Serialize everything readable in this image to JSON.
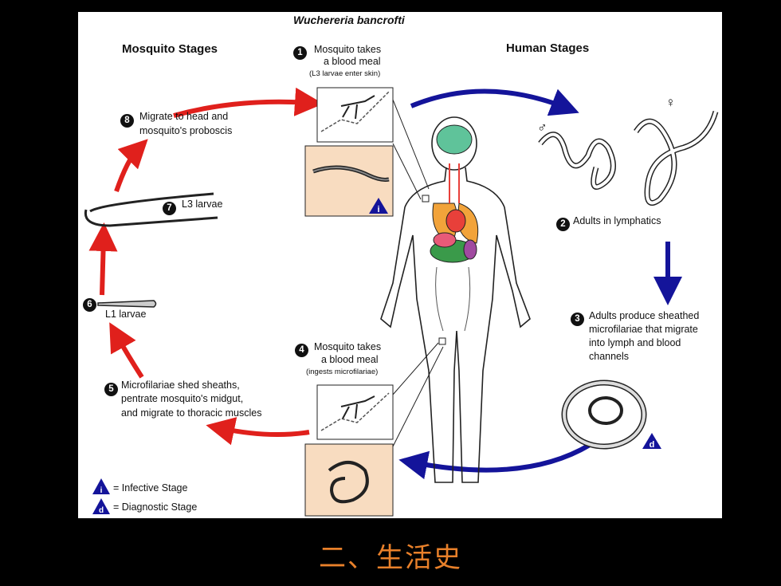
{
  "diagram": {
    "title": "Wuchereria bancrofti",
    "mosquito_header": "Mosquito Stages",
    "human_header": "Human Stages",
    "steps": [
      {
        "num": "1",
        "line1": "Mosquito takes",
        "line2": "a blood meal",
        "note": "(L3 larvae enter skin)"
      },
      {
        "num": "2",
        "line1": "Adults in lymphatics"
      },
      {
        "num": "3",
        "line1": "Adults produce sheathed",
        "line2": "microfilariae that migrate",
        "line3": "into lymph and blood",
        "line4": "channels"
      },
      {
        "num": "4",
        "line1": "Mosquito takes",
        "line2": "a blood meal",
        "note": "(ingests microfilariae)"
      },
      {
        "num": "5",
        "line1": "Microfilariae shed sheaths,",
        "line2": "pentrate mosquito's midgut,",
        "line3": "and migrate to thoracic muscles"
      },
      {
        "num": "6",
        "line1": "L1 larvae"
      },
      {
        "num": "7",
        "line1": "L3 larvae"
      },
      {
        "num": "8",
        "line1": "Migrate to head and",
        "line2": "mosquito's proboscis"
      }
    ],
    "male_symbol": "♂",
    "female_symbol": "♀",
    "legend": [
      {
        "letter": "i",
        "label": "= Infective Stage"
      },
      {
        "letter": "d",
        "label": "= Diagnostic Stage"
      }
    ],
    "colors": {
      "mosquito_arrows": "#e0201c",
      "human_arrows": "#14149a",
      "caption": "#e8802a",
      "panel_tint": "#f8dcc0"
    }
  },
  "caption": "二、生活史"
}
